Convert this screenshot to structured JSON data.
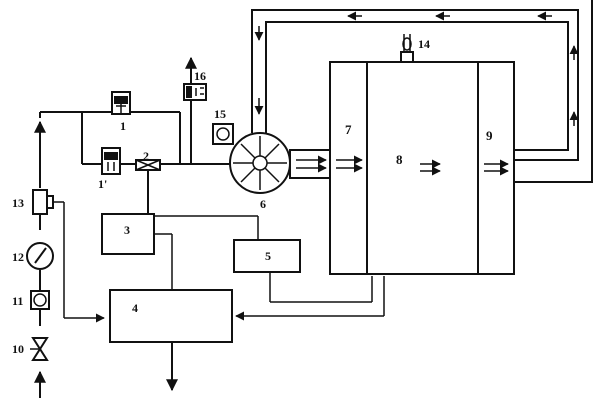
{
  "labels": {
    "valve_1_upper": "1",
    "valve_1_lower": "1'",
    "part_2": "2",
    "part_3": "3",
    "part_4": "4",
    "part_5": "5",
    "part_6": "6",
    "part_7": "7",
    "part_8": "8",
    "part_9": "9",
    "part_10": "10",
    "part_11": "11",
    "part_12": "12",
    "part_13": "13",
    "part_14": "14",
    "part_15": "15",
    "part_16": "16"
  }
}
